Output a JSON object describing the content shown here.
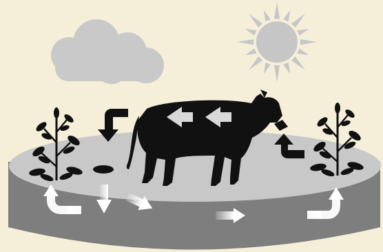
{
  "colors": {
    "background": "#f5eed9",
    "cloud": "#c9c9c9",
    "sun": "#c6c6c6",
    "ground_top": "#c8c8c8",
    "ground_side": "#7e7e7e",
    "silhouette": "#111111",
    "arrow_on_ground": "#ffffff",
    "arrow_on_cow": "#d9d9d9"
  },
  "icons": {
    "cloud": "cloud-icon",
    "sun": "sun-icon",
    "cow": "cow-icon",
    "plant": "plant-icon",
    "manure": "manure-icon",
    "arrow": "arrow-icon"
  },
  "flows": [
    {
      "from": "plant-right",
      "to": "cow-mouth"
    },
    {
      "from": "cow-mouth",
      "to": "cow-rear"
    },
    {
      "from": "cow-rear",
      "to": "manure"
    },
    {
      "from": "manure",
      "to": "soil"
    },
    {
      "from": "soil",
      "to": "plant-right"
    },
    {
      "from": "soil",
      "to": "plant-left"
    }
  ]
}
